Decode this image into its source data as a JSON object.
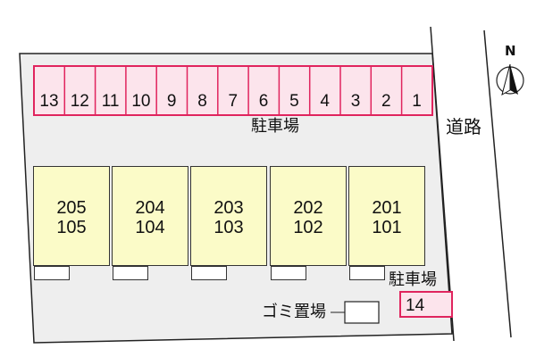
{
  "parking_slots": [
    "13",
    "12",
    "11",
    "10",
    "9",
    "8",
    "7",
    "6",
    "5",
    "4",
    "3",
    "2",
    "1"
  ],
  "parking_label": "駐車場",
  "road_label": "道路",
  "units": [
    {
      "upper": "205",
      "lower": "105"
    },
    {
      "upper": "204",
      "lower": "104"
    },
    {
      "upper": "203",
      "lower": "103"
    },
    {
      "upper": "202",
      "lower": "102"
    },
    {
      "upper": "201",
      "lower": "101"
    }
  ],
  "extra_parking_label": "駐車場",
  "extra_slot": "14",
  "garbage_label": "ゴミ置場",
  "compass_label": "N",
  "colors": {
    "lot": "#eeeeee",
    "slot_fill": "#fce4ec",
    "slot_border": "#e0245e",
    "unit_fill": "#fbfbc8"
  }
}
